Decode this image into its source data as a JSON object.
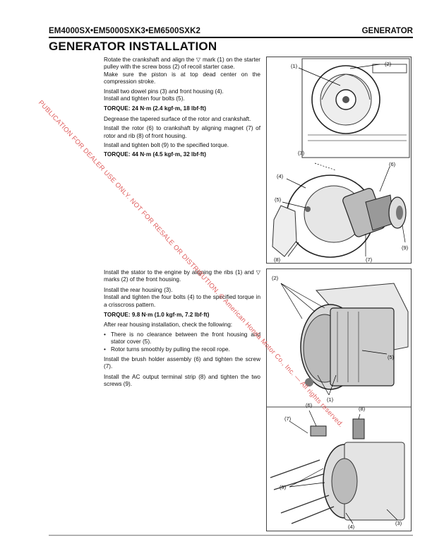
{
  "header": {
    "models": "EM4000SX•EM5000SXK3•EM6500SXK2",
    "section": "GENERATOR"
  },
  "title": "GENERATOR INSTALLATION",
  "block1": {
    "p1": "Rotate the crankshaft and align the ▽ mark (1) on the starter pulley with the screw boss (2) of recoil starter case.",
    "p2": "Make sure the piston is at top dead center on the compression stroke.",
    "p3": "Install two dowel pins (3) and front housing (4).",
    "p4": "Install and tighten four bolts (5).",
    "torque1": "TORQUE: 24 N·m (2.4 kgf·m, 18 lbf·ft)",
    "p5": "Degrease the tapered surface of the rotor and crankshaft.",
    "p6": "Install the rotor (6) to crankshaft by aligning magnet (7) of rotor and rib (8) of front housing.",
    "p7": "Install and tighten bolt (9) to the specified torque.",
    "torque2": "TORQUE: 44 N·m (4.5 kgf·m, 32 lbf·ft)"
  },
  "block2": {
    "p1": "Install the stator to the engine by aligning the ribs (1) and ▽ marks (2) of the front housing.",
    "p2": "Install the rear housing (3).",
    "p3": "Install and tighten the four bolts (4) to the specified torque in a crisscross pattern.",
    "torque": "TORQUE: 9.8 N·m (1.0 kgf·m, 7.2 lbf·ft)",
    "p4": "After rear housing installation, check the following:",
    "bullets": [
      "There is no clearance between the front housing and stator cover (5).",
      "Rotor turns smoothly by pulling the recoil rope."
    ],
    "bullet_mark": "•",
    "p5": "Install the brush holder assembly (6) and tighten the screw (7).",
    "p6": "Install the AC output terminal strip (8) and tighten the two screws (9)."
  },
  "figures": {
    "fig1": {
      "callouts": [
        "(1)",
        "(2)"
      ]
    },
    "fig2": {
      "callouts": [
        "(3)",
        "(4)",
        "(5)",
        "(6)",
        "(7)",
        "(8)",
        "(9)"
      ]
    },
    "fig3": {
      "callouts": [
        "(2)",
        "(1)",
        "(5)"
      ]
    },
    "fig4": {
      "callouts": [
        "(6)",
        "(7)",
        "(8)",
        "(9)",
        "(4)",
        "(3)"
      ]
    }
  },
  "watermark": "PUBLICATION FOR DEALER USE ONLY. NOT FOR RESALE OR DISTRIBUTION. © American Honda Motor Co., Inc. — All rights reserved.",
  "colors": {
    "watermark": "#e06060",
    "ink": "#111111"
  }
}
